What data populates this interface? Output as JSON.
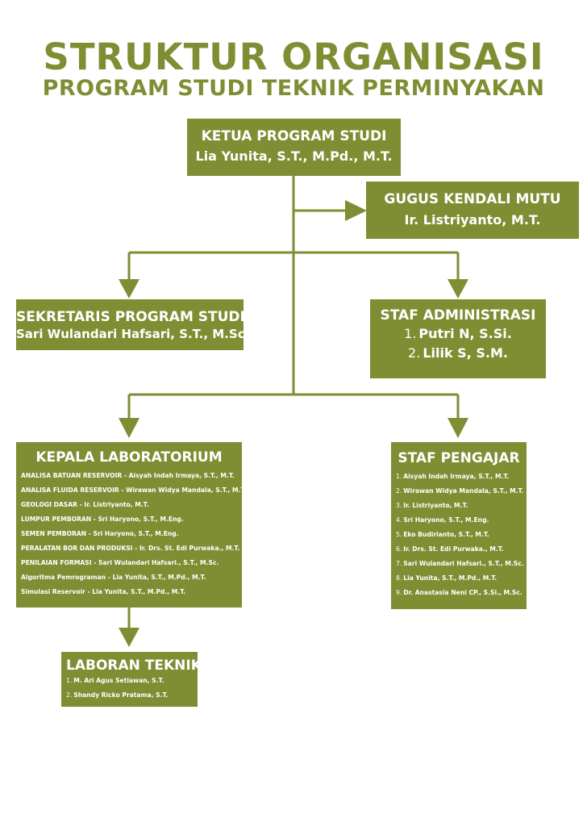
{
  "title": "STRUKTUR ORGANISASI",
  "subtitle": "PROGRAM STUDI TEKNIK PERMINYAKAN",
  "colors": {
    "primary": "#7f8e33",
    "text_on_box": "#ffffff",
    "background": "#ffffff"
  },
  "ketua": {
    "title": "KETUA PROGRAM STUDI",
    "name": "Lia Yunita, S.T., M.Pd., M.T."
  },
  "gugus": {
    "title": "GUGUS KENDALI MUTU",
    "name": "Ir. Listriyanto, M.T."
  },
  "sekretaris": {
    "title": "SEKRETARIS PROGRAM STUDI",
    "name": "Sari Wulandari Hafsari, S.T., M.Sc."
  },
  "staf_admin": {
    "title": "STAF ADMINISTRASI",
    "members": [
      {
        "num": "1.",
        "name": "Putri N, S.Si."
      },
      {
        "num": "2.",
        "name": "Lilik S, S.M."
      }
    ]
  },
  "kepala_lab": {
    "title": "KEPALA LABORATORIUM",
    "items": [
      "ANALISA BATUAN RESERVOIR - Aisyah Indah Irmaya, S.T., M.T.",
      "ANALISA FLUIDA RESERVOIR - Wirawan Widya Mandala, S.T., M.T.",
      "GEOLOGI DASAR - Ir. Listriyanto, M.T.",
      "LUMPUR PEMBORAN - Sri Haryono, S.T., M.Eng.",
      "SEMEN PEMBORAN - Sri Haryono, S.T., M.Eng.",
      "PERALATAN BOR DAN PRODUKSI - Ir. Drs. St. Edi Purwaka., M.T.",
      "PENILAIAN FORMASI - Sari Wulandari Hafsari., S.T., M.Sc.",
      "Algoritma Pemrograman - Lia Yunita, S.T., M.Pd., M.T.",
      "Simulasi Reservoir - Lia Yunita, S.T., M.Pd., M.T."
    ]
  },
  "staf_pengajar": {
    "title": "STAF PENGAJAR",
    "members": [
      {
        "num": "1.",
        "name": "Aisyah Indah Irmaya, S.T., M.T."
      },
      {
        "num": "2.",
        "name": "Wirawan Widya Mandala, S.T., M.T."
      },
      {
        "num": "3.",
        "name": "Ir. Listriyanto, M.T."
      },
      {
        "num": "4.",
        "name": "Sri Haryono, S.T., M.Eng."
      },
      {
        "num": "5.",
        "name": "Eko Budirianto, S.T., M.T."
      },
      {
        "num": "6.",
        "name": "Ir. Drs. St. Edi Purwaka., M.T."
      },
      {
        "num": "7.",
        "name": "Sari Wulandari Hafsari., S.T., M.Sc."
      },
      {
        "num": "8.",
        "name": "Lia Yunita, S.T., M.Pd., M.T."
      },
      {
        "num": "9.",
        "name": "Dr. Anastasia Neni CP., S.Si., M.Sc."
      }
    ]
  },
  "laboran": {
    "title": "LABORAN TEKNIK",
    "members": [
      {
        "num": "1.",
        "name": "M. Ari Agus Setiawan, S.T."
      },
      {
        "num": "2.",
        "name": "Shandy Ricko Pratama, S.T."
      }
    ]
  }
}
